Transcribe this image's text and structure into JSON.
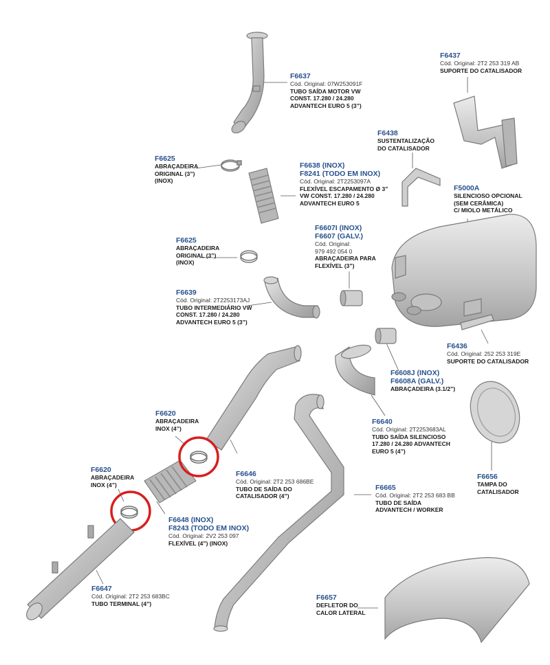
{
  "colors": {
    "code_blue": "#27508c",
    "part_fill": "#c9c9c9",
    "part_stroke": "#7a7a7a",
    "highlight": "#d81e1e"
  },
  "parts": {
    "f6637": {
      "code": "F6637",
      "orig": "Cód. Original: 07W253091F",
      "desc": "TUBO SAÍDA MOTOR VW\nCONST. 17.280 / 24.280\nADVANTECH EURO 5 (3”)"
    },
    "f6437": {
      "code": "F6437",
      "orig": "Cód. Original: 2T2 253 319 AB",
      "desc": "SUPORTE DO CATALISADOR"
    },
    "f6438": {
      "code": "F6438",
      "orig": "",
      "desc": "SUSTENTALIZAÇÃO\nDO CATALISADOR"
    },
    "f6625a": {
      "code": "F6625",
      "orig": "",
      "desc": "ABRAÇADEIRA\nORIGINAL (3”)\n(INOX)"
    },
    "f6638": {
      "code": "F6638 (INOX)\nF8241 (TODO EM INOX)",
      "orig": "Cód. Original: 2T2253097A",
      "desc": "FLEXÍVEL ESCAPAMENTO Ø 3”\nVW CONST. 17.280 / 24.280\nADVANTECH EURO 5"
    },
    "f5000a": {
      "code": "F5000A",
      "orig": "",
      "desc": "SILENCIOSO OPCIONAL\n(SEM CERÂMICA)\nC/ MIOLO METÁLICO"
    },
    "f6625b": {
      "code": "F6625",
      "orig": "",
      "desc": "ABRAÇADEIRA\nORIGINAL (3”)\n(INOX)"
    },
    "f6607": {
      "code": "F6607I (INOX)\nF6607 (GALV.)",
      "orig": "Cód. Original:\n979 492 054 0",
      "desc": "ABRAÇADEIRA PARA\nFLEXÍVEL (3”)"
    },
    "f6639": {
      "code": "F6639",
      "orig": "Cód. Original: 2T2253173AJ",
      "desc": "TUBO INTERMEDIÁRIO VW\nCONST. 17.280 / 24.280\nADVANTECH EURO 5 (3”)"
    },
    "f6436": {
      "code": "F6436",
      "orig": "Cód. Original: 252 253 319E",
      "desc": "SUPORTE DO CATALISADOR"
    },
    "f6608": {
      "code": "F6608J (INOX)\nF6608A (GALV.)",
      "orig": "",
      "desc": "ABRAÇADEIRA (3.1/2”)"
    },
    "f6620a": {
      "code": "F6620",
      "orig": "",
      "desc": "ABRAÇADEIRA\nINOX (4”)"
    },
    "f6640": {
      "code": "F6640",
      "orig": "Cód. Original: 2T2253683AL",
      "desc": "TUBO SAÍDA SILENCIOSO\n17.280 / 24.280 ADVANTECH\nEURO 5 (4”)"
    },
    "f6620b": {
      "code": "F6620",
      "orig": "",
      "desc": "ABRAÇADEIRA\nINOX (4”)"
    },
    "f6646": {
      "code": "F6646",
      "orig": "Cód. Original: 2T2 253 686BE",
      "desc": "TUBO DE SAÍDA DO\nCATALISADOR (4”)"
    },
    "f6656": {
      "code": "F6656",
      "orig": "",
      "desc": "TAMPA DO\nCATALISADOR"
    },
    "f6665": {
      "code": "F6665",
      "orig": "Cód. Original: 2T2 253 683 BB",
      "desc": "TUBO DE SAÍDA\nADVANTECH / WORKER"
    },
    "f6648": {
      "code": "F6648 (INOX)\nF8243 (TODO EM INOX)",
      "orig": "Cód. Original: 2V2 253 097",
      "desc": "FLEXÍVEL (4”) (INOX)"
    },
    "f6647": {
      "code": "F6647",
      "orig": "Cód. Original: 2T2 253 683BC",
      "desc": "TUBO TERMINAL (4”)"
    },
    "f6657": {
      "code": "F6657",
      "orig": "",
      "desc": "DEFLETOR DO\nCALOR LATERAL"
    }
  }
}
